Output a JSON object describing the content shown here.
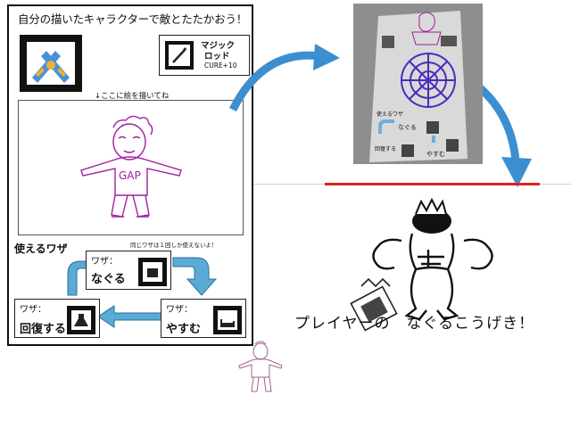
{
  "sheet": {
    "title": "自分の描いたキャラクターで敵とたたかおう！",
    "item": {
      "name_line1": "マジック",
      "name_line2": "ロッド",
      "effect": "CURE+10"
    },
    "draw_hint": "↓ここに絵を描いてね",
    "char_shirt_text": "GAP",
    "moves_heading": "使えるワザ",
    "note": "同じワザは１回しか使えないよ！",
    "moves": [
      {
        "label": "ワザ：",
        "name": "なぐる",
        "icon": "fist-icon"
      },
      {
        "label": "ワザ：",
        "name": "やすむ",
        "icon": "bed-icon"
      },
      {
        "label": "ワザ：",
        "name": "回復する",
        "icon": "flask-icon"
      }
    ]
  },
  "photo": {
    "moves": [
      "使えるワザ",
      "なぐる",
      "回復する",
      "やすむ"
    ]
  },
  "battle": {
    "caption": "プレイヤーの　なぐるこうげき！"
  },
  "colors": {
    "arrow": "#3b8fd1",
    "cycle_arrow": "#5aaad5",
    "enemy_hp": "#e02020",
    "drawing": "#a020a0",
    "photo_bg": "#8e8e8e"
  }
}
